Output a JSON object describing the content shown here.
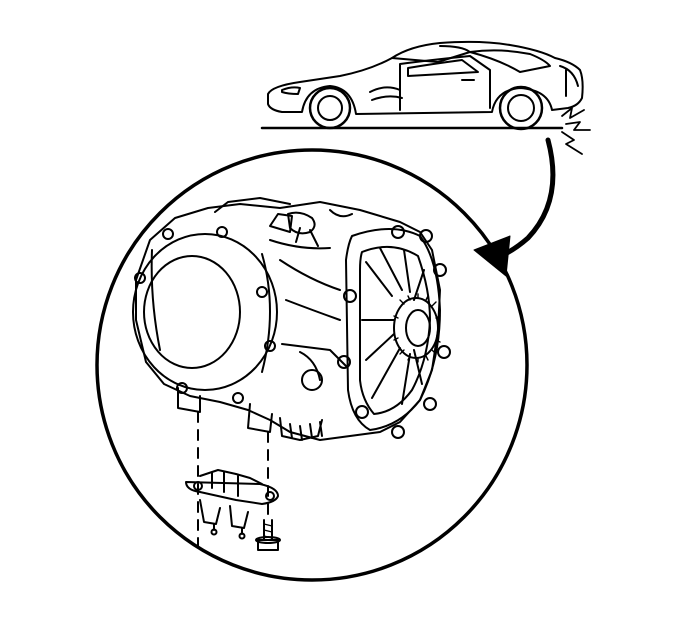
{
  "diagram": {
    "kind": "service-illustration",
    "style": "black line art on white",
    "colors": {
      "ink": "#000000",
      "paper": "#ffffff"
    },
    "parts": [
      "car-side-view",
      "noise-indicator",
      "callout-arrow",
      "detail-circle",
      "differential-housing",
      "mounting-bracket",
      "mounting-bolt"
    ]
  }
}
